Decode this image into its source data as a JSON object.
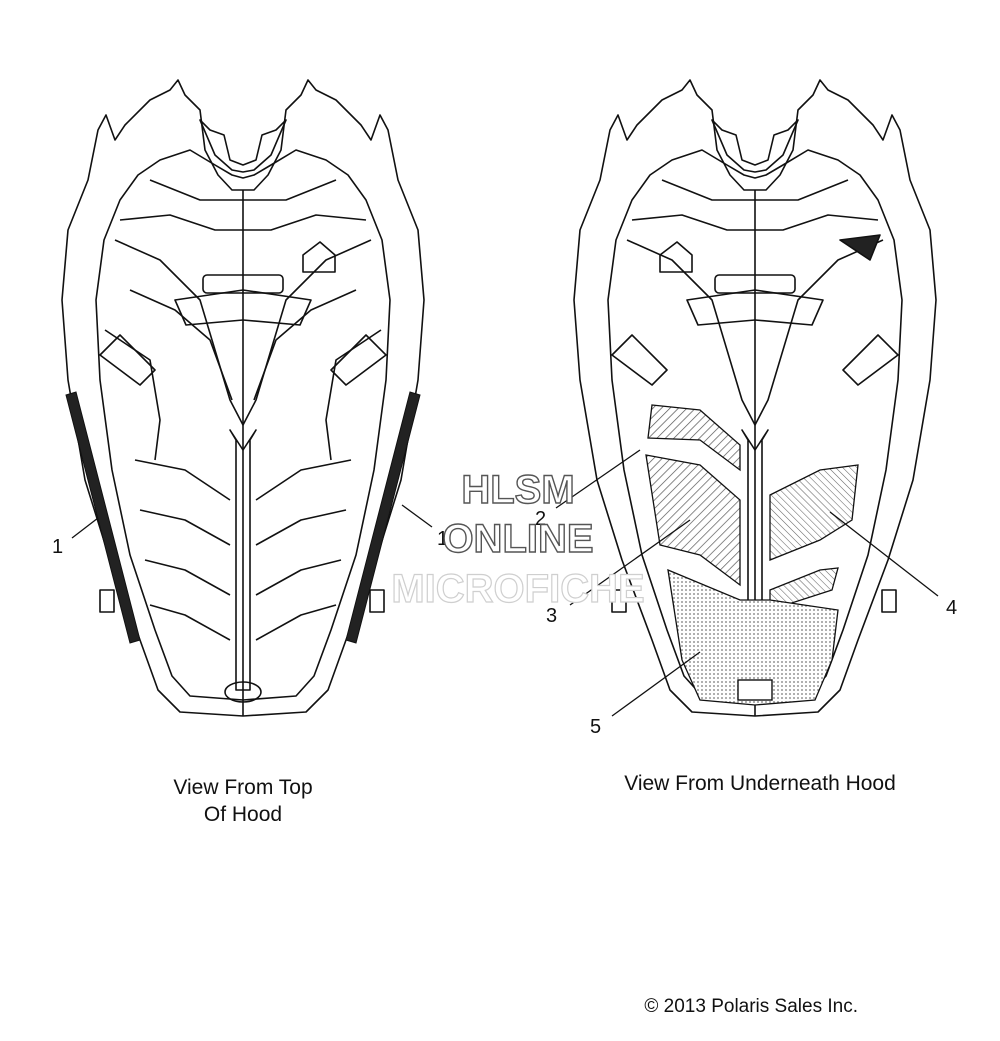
{
  "views": [
    {
      "caption_line1": "View From Top",
      "caption_line2": "Of Hood"
    },
    {
      "caption_line1": "View From Underneath Hood"
    }
  ],
  "callouts": [
    "1",
    "1",
    "2",
    "3",
    "4",
    "5"
  ],
  "watermark": [
    "HLSM",
    "ONLINE",
    "MICROFICHE"
  ],
  "copyright": "© 2013 Polaris Sales Inc."
}
